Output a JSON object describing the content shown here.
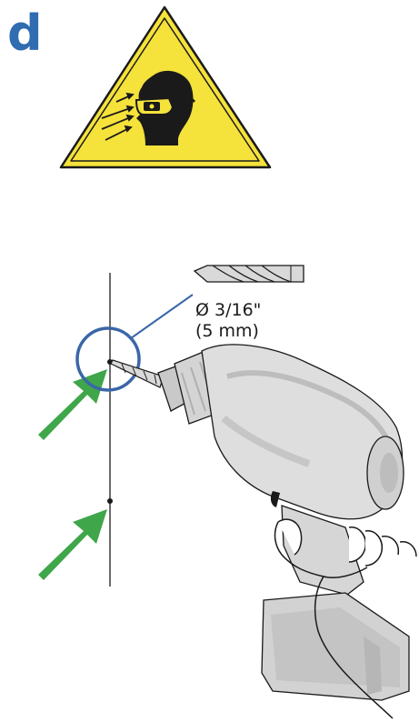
{
  "step": {
    "letter": "d"
  },
  "warning_sign": {
    "icon": "eye-protection-required-icon",
    "background_color": "#f5e23b",
    "border_color": "#1a1a1a"
  },
  "drill_bit": {
    "diameter_imperial": "Ø 3/16\"",
    "diameter_metric": "(5 mm)"
  },
  "arrows": {
    "color": "#3fa64a",
    "count": 2
  },
  "highlight": {
    "color": "#3b66a8"
  }
}
